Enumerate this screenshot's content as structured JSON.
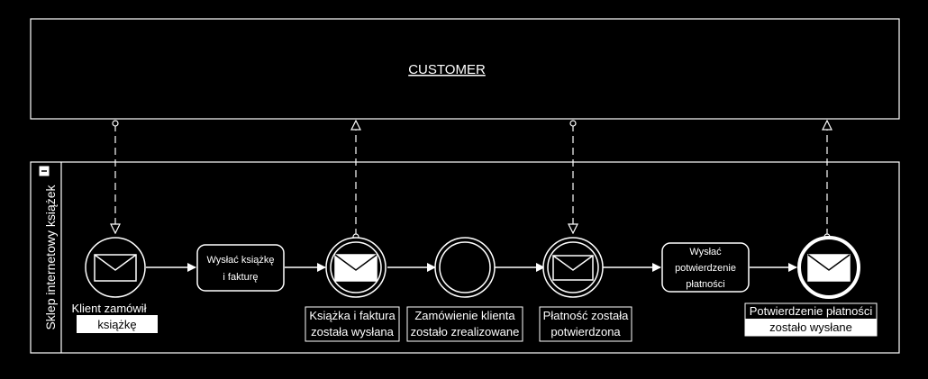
{
  "pool_customer": {
    "title": "CUSTOMER"
  },
  "pool_shop": {
    "title": "Sklep internetowy książek"
  },
  "events": {
    "start": {
      "label_line1": "Klient zamówił",
      "label_line2": "książkę"
    },
    "throw1": {
      "label_line1": "Książka i faktura",
      "label_line2": "została wysłana"
    },
    "intermediate": {
      "label_line1": "Zamówienie klienta",
      "label_line2": "zostało zrealizowane"
    },
    "catch2": {
      "label_line1": "Płatność została",
      "label_line2": "potwierdzona"
    },
    "end": {
      "label_line1": "Potwierdzenie płatności",
      "label_line2": "zostało wysłane"
    }
  },
  "tasks": {
    "send_book": {
      "line1": "Wysłać książkę",
      "line2": "i fakturę"
    },
    "send_confirmation": {
      "line1": "Wysłać",
      "line2": "potwierdzenie",
      "line3": "płatności"
    }
  },
  "colors": {
    "background": "#000000",
    "stroke": "#ffffff"
  }
}
